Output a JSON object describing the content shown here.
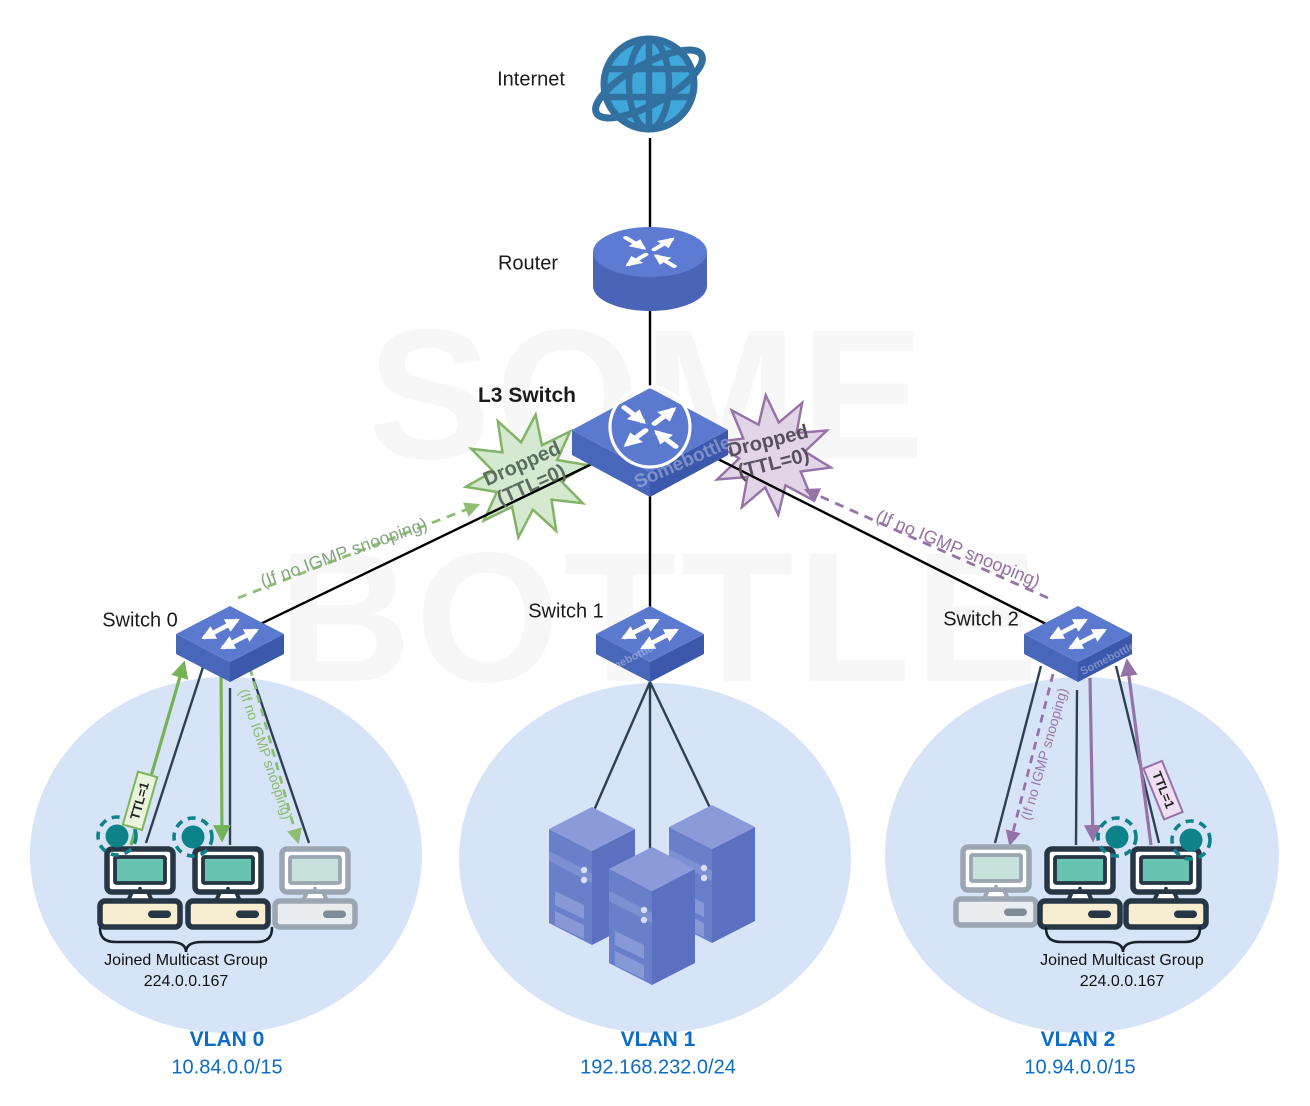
{
  "watermark": {
    "line1": "SOME",
    "line2": "BOTTLE",
    "brand": "Somebottle"
  },
  "nodes": {
    "internet": {
      "label": "Internet"
    },
    "router": {
      "label": "Router"
    },
    "l3_switch": {
      "label": "L3 Switch"
    },
    "switch0": {
      "label": "Switch 0"
    },
    "switch1": {
      "label": "Switch 1"
    },
    "switch2": {
      "label": "Switch 2"
    }
  },
  "annotations": {
    "dropped_left": {
      "line1": "Dropped",
      "line2": "(TTL=0)"
    },
    "dropped_right": {
      "line1": "Dropped",
      "line2": "(TTL=0)"
    },
    "igmp_trunk_left": "(If no IGMP snooping)",
    "igmp_trunk_right": "(If no IGMP snooping)",
    "igmp_vlan0": "(If no IGMP snooping)",
    "igmp_vlan2": "(If no IGMP snooping)",
    "ttl_vlan0": "TTL=1",
    "ttl_vlan2": "TTL=1"
  },
  "vlans": [
    {
      "name": "VLAN 0",
      "subnet": "10.84.0.0/15",
      "joined_caption": "Joined Multicast Group",
      "joined_group": "224.0.0.167"
    },
    {
      "name": "VLAN 1",
      "subnet": "192.168.232.0/24"
    },
    {
      "name": "VLAN 2",
      "subnet": "10.94.0.0/15",
      "joined_caption": "Joined Multicast Group",
      "joined_group": "224.0.0.167"
    }
  ],
  "colors": {
    "vlan_label_blue": "#0d6cc5",
    "node_top": "#5b79ce",
    "node_left": "#4866ba",
    "node_right": "#3c58ac",
    "trunk_link": "#000000",
    "lan_link": "#2e4053",
    "multicast_green": "#76b356",
    "multicast_purple": "#9673a6",
    "vlan_zone": "#d7e4f7",
    "member_dot": "#0e8289",
    "star_green_fill": "#d5e8d0",
    "star_green_stroke": "#82b366",
    "star_purple_fill": "#e1d5e7",
    "star_purple_stroke": "#9673a6",
    "globe_fill": "#3fa7d9",
    "globe_stroke": "#32719f"
  }
}
